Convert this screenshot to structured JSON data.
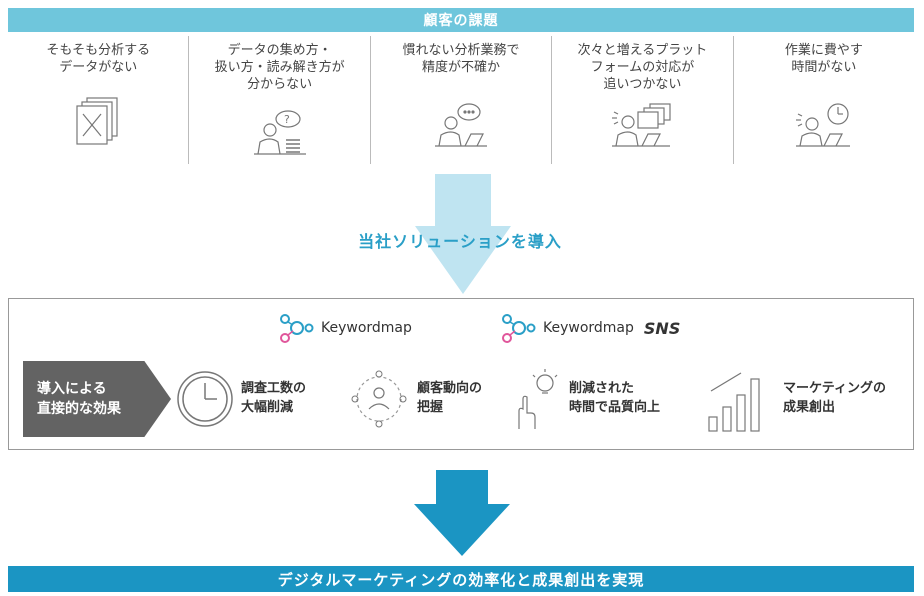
{
  "header": {
    "title": "顧客の課題"
  },
  "issues": [
    {
      "text": "そもそも分析する\nデータがない",
      "icon": "document-x-icon"
    },
    {
      "text": "データの集め方・\n扱い方・読み解き方が\n分からない",
      "icon": "confused-person-icon"
    },
    {
      "text": "慣れない分析業務で\n精度が不確か",
      "icon": "person-speech-icon"
    },
    {
      "text": "次々と増えるプラット\nフォームの対応が\n追いつかない",
      "icon": "person-windows-icon"
    },
    {
      "text": "作業に費やす\n時間がない",
      "icon": "person-clock-icon"
    }
  ],
  "solution": {
    "intro_label": "当社ソリューションを導入",
    "products": [
      {
        "name": "Keywordmap",
        "suffix": ""
      },
      {
        "name": "Keywordmap",
        "suffix": "SNS"
      }
    ],
    "effect_label": "導入による\n直接的な効果",
    "effects": [
      {
        "text": "調査工数の\n大幅削減",
        "icon": "clock-icon"
      },
      {
        "text": "顧客動向の\n把握",
        "icon": "people-network-icon"
      },
      {
        "text": "削減された\n時間で品質向上",
        "icon": "hand-lightbulb-icon"
      },
      {
        "text": "マーケティングの\n成果創出",
        "icon": "bar-growth-icon"
      }
    ]
  },
  "result": {
    "banner": "デジタルマーケティングの効率化と成果創出を実現"
  },
  "colors": {
    "light_blue": "#6fc6dc",
    "arrow_light": "#bfe4f1",
    "mid_blue": "#2a9fc7",
    "dark_blue": "#1b95c3",
    "gray": "#636363"
  }
}
